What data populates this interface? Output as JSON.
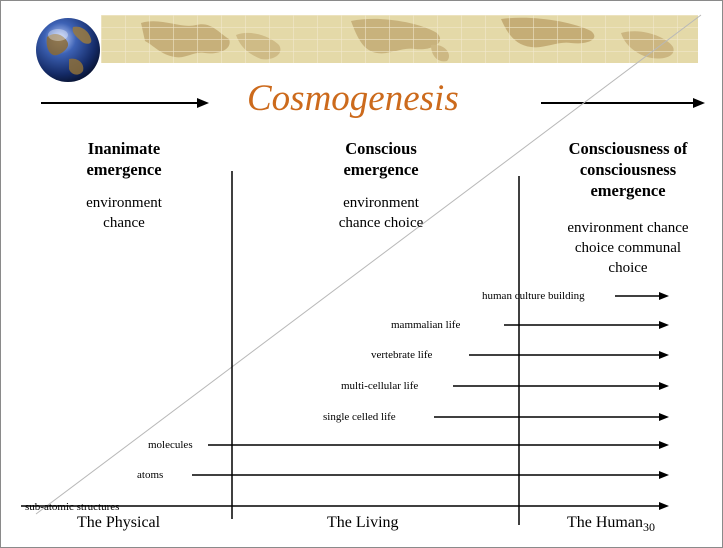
{
  "title": "Cosmogenesis",
  "columns": [
    {
      "heading_lines": [
        "Inanimate",
        "emergence"
      ],
      "sub_lines": [
        "environment",
        "chance"
      ]
    },
    {
      "heading_lines": [
        "Conscious",
        "emergence"
      ],
      "sub_lines": [
        "environment",
        "chance choice"
      ]
    },
    {
      "heading_lines": [
        "Consciousness of",
        "consciousness",
        "emergence"
      ],
      "sub_lines": [
        "environment chance",
        "choice communal",
        "choice"
      ]
    }
  ],
  "levels": [
    {
      "label": "human culture building"
    },
    {
      "label": "mammalian life"
    },
    {
      "label": "vertebrate life"
    },
    {
      "label": "multi-cellular life"
    },
    {
      "label": "single celled life"
    },
    {
      "label": "molecules"
    },
    {
      "label": "atoms"
    },
    {
      "label": "sub-atomic structures"
    }
  ],
  "bottom_labels": [
    "The Physical",
    "The Living",
    "The Human"
  ],
  "slide_number": "30",
  "colors": {
    "title": "#cc6a1c",
    "banner": "#e2d6a2",
    "banner_map": "#c9b37a",
    "globe": "#1f3f8a"
  },
  "icons": {
    "globe": "globe-icon",
    "banner": "world-map-banner"
  }
}
